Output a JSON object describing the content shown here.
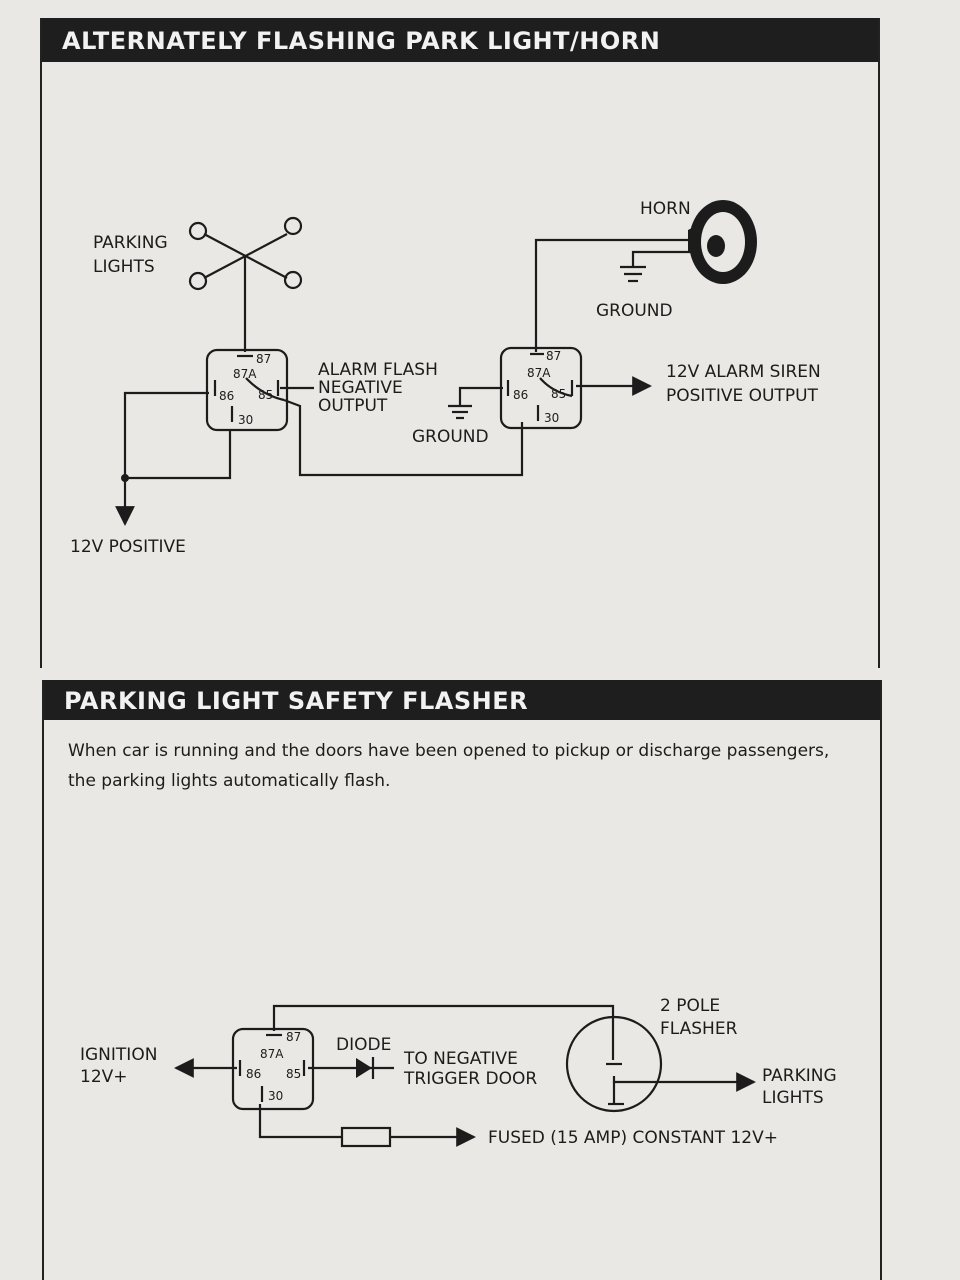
{
  "section1": {
    "title": "ALTERNATELY FLASHING PARK LIGHT/HORN",
    "parking_lights": [
      "PARKING",
      "LIGHTS"
    ],
    "horn": "HORN",
    "ground_top": "GROUND",
    "ground_mid": "GROUND",
    "alarm_flash": [
      "ALARM FLASH",
      "NEGATIVE",
      "OUTPUT"
    ],
    "siren": [
      "12V ALARM SIREN",
      "POSITIVE OUTPUT"
    ],
    "positive": "12V POSITIVE",
    "relay_pins": {
      "p87": "87",
      "p87a": "87A",
      "p86": "86",
      "p85": "85",
      "p30": "30"
    }
  },
  "section2": {
    "title": "PARKING LIGHT SAFETY FLASHER",
    "description": "When car is running and the doors have been opened to pickup or discharge passengers, the parking lights automatically flash.",
    "ignition": [
      "IGNITION",
      "12V+"
    ],
    "diode": "DIODE",
    "trigger": [
      "TO NEGATIVE",
      "TRIGGER DOOR"
    ],
    "flasher": [
      "2 POLE",
      "FLASHER"
    ],
    "parking_lights": [
      "PARKING",
      "LIGHTS"
    ],
    "fused": "FUSED (15 AMP) CONSTANT 12V+",
    "relay_pins": {
      "p87": "87",
      "p87a": "87A",
      "p86": "86",
      "p85": "85",
      "p30": "30"
    }
  }
}
